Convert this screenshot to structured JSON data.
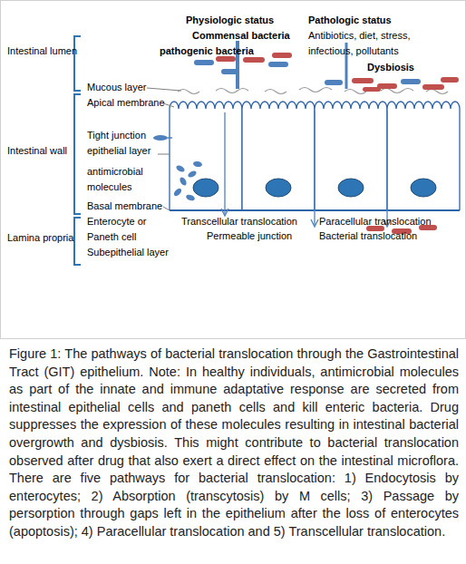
{
  "diagram": {
    "caption": "Figure 1: The pathways of bacterial translocation through the Gastrointestinal Tract (GIT) epithelium. Note: In healthy individuals, antimicrobial molecules as part of the innate and immune adaptative response are secreted from intestinal epithelial cells and paneth cells and kill enteric bacteria. Drug suppresses the expression of these molecules resulting in intestinal bacterial overgrowth and dysbiosis. This might contribute to bacterial translocation observed after drug that also exert a direct effect on the intestinal microflora. There are five pathways for bacterial translocation: 1) Endocytosis by enterocytes; 2) Absorption (transcytosis) by M cells; 3) Passage by persorption through gaps left in the epithelium after the loss of enterocytes (apoptosis); 4) Paracellular translocation and 5) Transcellular translocation.",
    "labels": [
      "Physiologic status",
      "Pathologic status",
      "Commensal bacteria",
      "Antibiotics, diet, stress, infectious, pollutants",
      "Intestinal lumen",
      "pathogenic bacteria",
      "Dysbiosis",
      "Mucous layer",
      "Apical membrane",
      "Tight junction",
      "Intestinal wall",
      "epithelial layer",
      "antimicrobial molecules",
      "Basal membrane",
      "Enterocyte or Paneth cell",
      "Transcellular translocation",
      "Paracellular translocation",
      "Lamina propria",
      "Permeable junction",
      "Bacterial translocation",
      "Subepithelial layer"
    ]
  }
}
